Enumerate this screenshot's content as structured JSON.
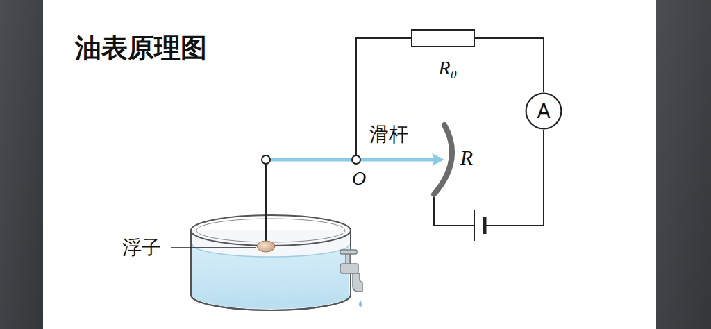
{
  "diagram": {
    "title": "油表原理图",
    "nodes": [
      {
        "text": [
          "A"
        ]
      }
    ],
    "labels": [
      "R₀",
      "滑杆",
      "O",
      "R",
      "浮子"
    ]
  }
}
